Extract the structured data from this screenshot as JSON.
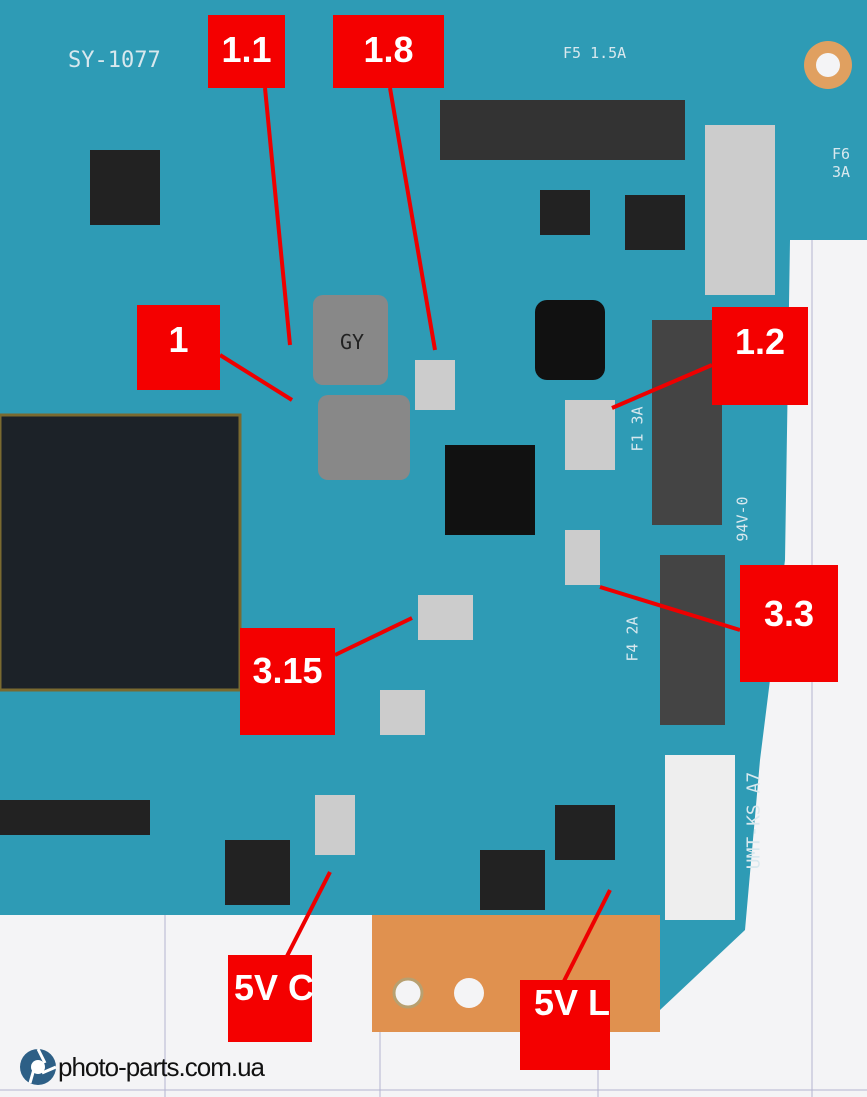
{
  "labels": {
    "l1_1": "1.1",
    "l1_8": "1.8",
    "l1": "1",
    "l1_2": "1.2",
    "l3_3": "3.3",
    "l3_15": "3.15",
    "l5vc": "5V C",
    "l5vl": "5V L"
  },
  "silkscreen": {
    "board_id": "SY-1077",
    "f5": "F5 1.5A",
    "f6": "F6 3A",
    "f1": "F1 3A",
    "f4": "F4 2A",
    "inductor": "GY",
    "model": "UMT-KS A7",
    "rating": "94V-0"
  },
  "watermark": "photo-parts.com.ua",
  "colors": {
    "tag": "#f40000",
    "board": "#2e9bb5",
    "copper": "#e0914f"
  }
}
